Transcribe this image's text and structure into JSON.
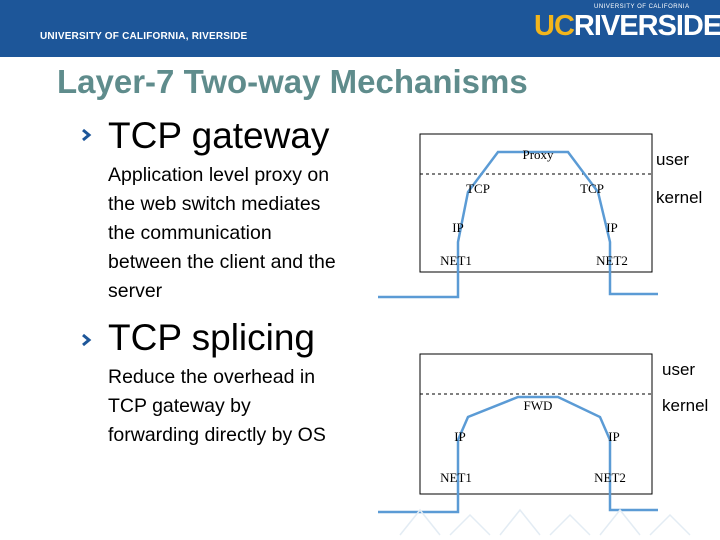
{
  "header": {
    "university_text": "UNIVERSITY OF CALIFORNIA, RIVERSIDE",
    "logo_uc": "UC",
    "logo_riverside": "RIVERSIDE",
    "logo_small": "UNIVERSITY OF CALIFORNIA",
    "colors": {
      "bar": "#1d5699",
      "gold": "#f2b51c"
    }
  },
  "slide": {
    "title": "Layer-7 Two-way Mechanisms",
    "bullets": [
      {
        "heading": "TCP gateway",
        "body": [
          "Application level proxy on",
          "the web switch mediates",
          "the communication",
          "between the client and the",
          "server"
        ]
      },
      {
        "heading": "TCP splicing",
        "body": [
          "Reduce the overhead in",
          "TCP gateway by",
          "forwarding directly by OS"
        ]
      }
    ]
  },
  "diagram1": {
    "proxy": "Proxy",
    "tcp_left": "TCP",
    "tcp_right": "TCP",
    "ip_left": "IP",
    "ip_right": "IP",
    "net_left": "NET1",
    "net_right": "NET2",
    "user": "user",
    "kernel": "kernel"
  },
  "diagram2": {
    "fwd": "FWD",
    "ip_left": "IP",
    "ip_right": "IP",
    "net_left": "NET1",
    "net_right": "NET2",
    "user": "user",
    "kernel": "kernel"
  }
}
